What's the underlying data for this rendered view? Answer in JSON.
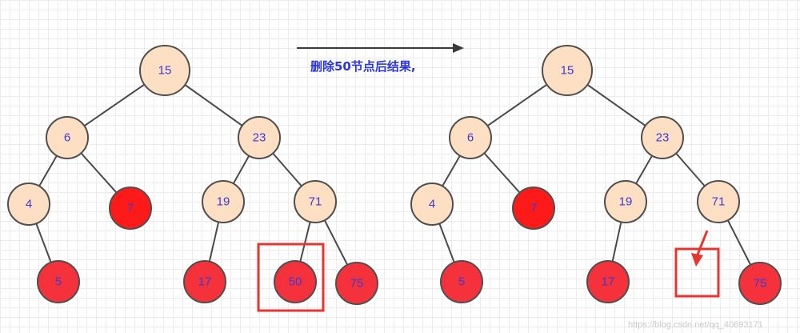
{
  "colors": {
    "normal_node_fill": "#fde0c3",
    "red_node_fill": "#ff1a1a",
    "leaf_red_fill": "#f5323c",
    "edge": "#4a4a4a",
    "highlight": "#e8352e",
    "caption": "#2b35e0",
    "label": "#3a3ad8"
  },
  "caption": "删除50节点后结果,",
  "watermark": "https://blog.csdn.net/qq_40693171",
  "before_tree": {
    "nodes": [
      {
        "id": "15",
        "label": "15",
        "color": "normal"
      },
      {
        "id": "6",
        "label": "6",
        "color": "normal"
      },
      {
        "id": "23",
        "label": "23",
        "color": "normal"
      },
      {
        "id": "4",
        "label": "4",
        "color": "normal"
      },
      {
        "id": "7",
        "label": "7",
        "color": "red"
      },
      {
        "id": "19",
        "label": "19",
        "color": "normal"
      },
      {
        "id": "71",
        "label": "71",
        "color": "normal"
      },
      {
        "id": "5",
        "label": "5",
        "color": "red"
      },
      {
        "id": "17",
        "label": "17",
        "color": "red"
      },
      {
        "id": "50",
        "label": "50",
        "color": "red"
      },
      {
        "id": "75",
        "label": "75",
        "color": "red"
      }
    ],
    "edges": [
      [
        "15",
        "6"
      ],
      [
        "15",
        "23"
      ],
      [
        "6",
        "4"
      ],
      [
        "6",
        "7"
      ],
      [
        "4",
        "5"
      ],
      [
        "23",
        "19"
      ],
      [
        "23",
        "71"
      ],
      [
        "19",
        "17"
      ],
      [
        "71",
        "50"
      ],
      [
        "71",
        "75"
      ]
    ],
    "highlighted": "50"
  },
  "after_tree": {
    "nodes": [
      {
        "id": "15",
        "label": "15",
        "color": "normal"
      },
      {
        "id": "6",
        "label": "6",
        "color": "normal"
      },
      {
        "id": "23",
        "label": "23",
        "color": "normal"
      },
      {
        "id": "4",
        "label": "4",
        "color": "normal"
      },
      {
        "id": "7",
        "label": "7",
        "color": "red"
      },
      {
        "id": "19",
        "label": "19",
        "color": "normal"
      },
      {
        "id": "71",
        "label": "71",
        "color": "normal"
      },
      {
        "id": "5",
        "label": "5",
        "color": "red"
      },
      {
        "id": "17",
        "label": "17",
        "color": "red"
      },
      {
        "id": "75",
        "label": "75",
        "color": "red"
      }
    ],
    "edges": [
      [
        "15",
        "6"
      ],
      [
        "15",
        "23"
      ],
      [
        "6",
        "4"
      ],
      [
        "6",
        "7"
      ],
      [
        "4",
        "5"
      ],
      [
        "23",
        "19"
      ],
      [
        "23",
        "71"
      ],
      [
        "19",
        "17"
      ],
      [
        "71",
        "75"
      ]
    ],
    "removed_marker": "empty-slot"
  }
}
